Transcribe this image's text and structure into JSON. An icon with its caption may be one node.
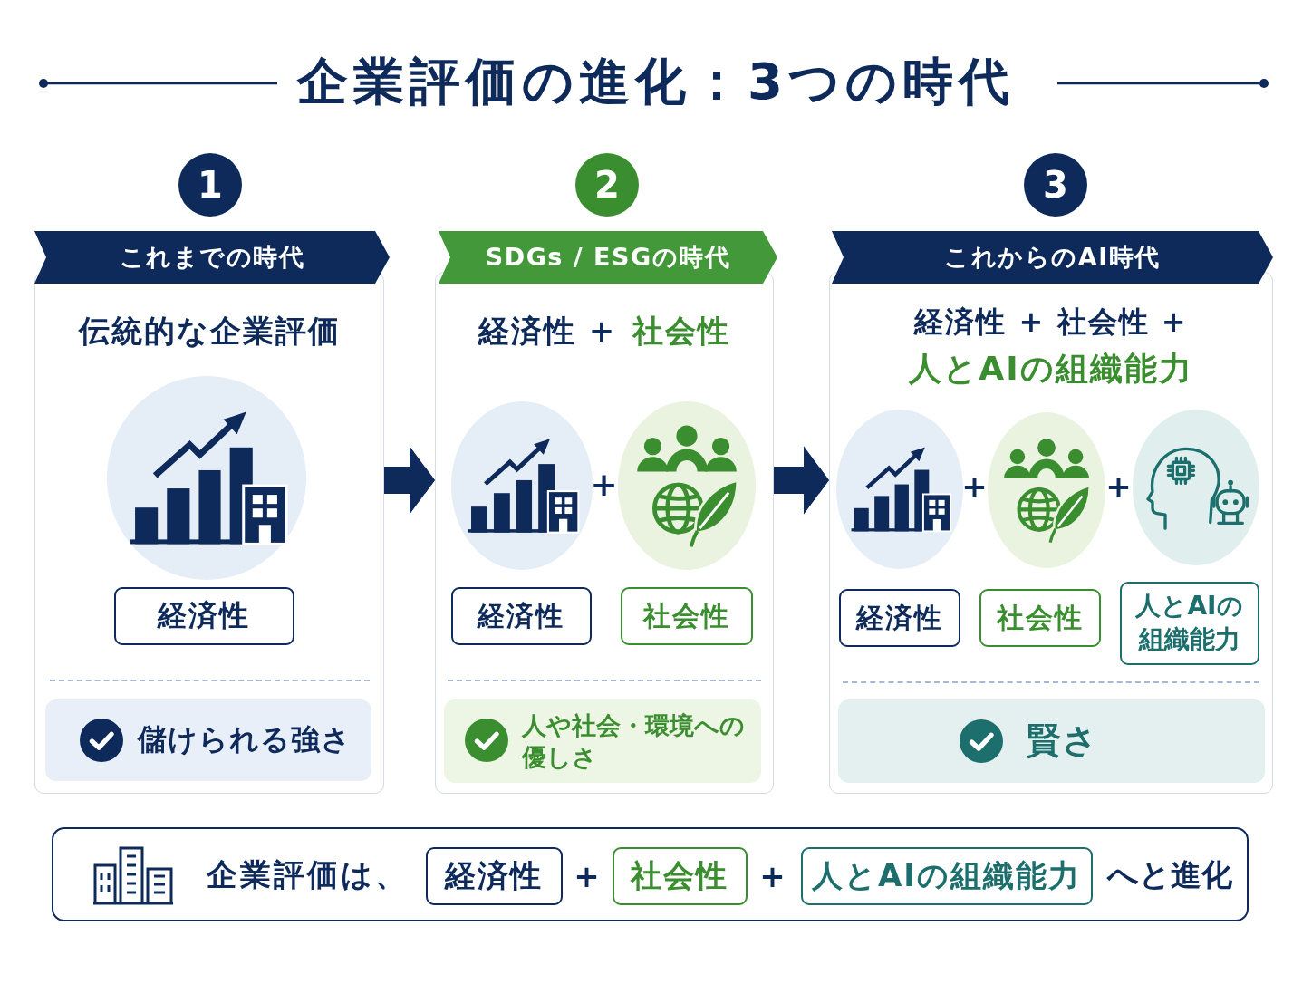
{
  "diagram": {
    "title": "企業評価の進化：3つの時代",
    "nodes": [
      {
        "text": [
          "1"
        ]
      },
      {
        "text": [
          "これまでの時代"
        ]
      },
      {
        "text": [
          "伝統的な企業評価"
        ]
      },
      {
        "text": [
          "経済性"
        ],
        "in": 2
      },
      {
        "text": [
          "儲けられる強さ"
        ],
        "in": 2
      },
      {
        "text": [
          "2"
        ]
      },
      {
        "text": [
          "SDGs / ESGの時代"
        ]
      },
      {
        "text": [
          "経済性 +",
          "社会性"
        ]
      },
      {
        "text": [
          "経済性"
        ],
        "in": 7
      },
      {
        "text": [
          "社会性"
        ],
        "in": 7
      },
      {
        "text": [
          "人や社会・環境への優しさ"
        ],
        "in": 7
      },
      {
        "text": [
          "3"
        ]
      },
      {
        "text": [
          "これからのAI時代"
        ]
      },
      {
        "text": [
          "経済性 + 社会性 +",
          "人とAIの組織能力"
        ]
      },
      {
        "text": [
          "経済性"
        ],
        "in": 13
      },
      {
        "text": [
          "社会性"
        ],
        "in": 13
      },
      {
        "text": [
          "人とAIの組織能力"
        ],
        "in": 13
      },
      {
        "text": [
          "賢さ"
        ],
        "in": 13
      },
      {
        "text": [
          "企業評価は、",
          "へと進化"
        ]
      },
      {
        "text": [
          "経済性"
        ],
        "in": 18
      },
      {
        "text": [
          "社会性"
        ],
        "in": 18
      },
      {
        "text": [
          "人とAIの組織能力"
        ],
        "in": 18
      }
    ],
    "edges": [
      {
        "from": 2,
        "to": 7,
        "arrow": "to"
      },
      {
        "from": 7,
        "to": 13,
        "arrow": "to"
      }
    ],
    "labels": [
      "+",
      "+",
      "+",
      "+",
      "+"
    ]
  }
}
